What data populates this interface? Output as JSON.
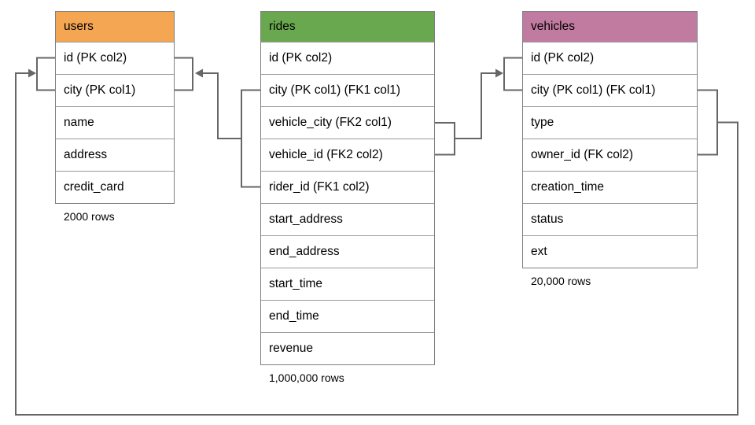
{
  "diagram": {
    "connector_color": "#666666",
    "tables": [
      {
        "name": "users",
        "header_color": "#F5A653",
        "columns": [
          "id (PK col2)",
          "city (PK col1)",
          "name",
          "address",
          "credit_card"
        ],
        "rows_label": "2000 rows"
      },
      {
        "name": "rides",
        "header_color": "#6AA84F",
        "columns": [
          "id (PK col2)",
          "city (PK col1) (FK1 col1)",
          "vehicle_city (FK2 col1)",
          "vehicle_id (FK2 col2)",
          "rider_id (FK1 col2)",
          "start_address",
          "end_address",
          "start_time",
          "end_time",
          "revenue"
        ],
        "rows_label": "1,000,000 rows"
      },
      {
        "name": "vehicles",
        "header_color": "#C27BA0",
        "columns": [
          "id (PK col2)",
          "city (PK col1) (FK col1)",
          "type",
          "owner_id (FK col2)",
          "creation_time",
          "status",
          "ext"
        ],
        "rows_label": "20,000 rows"
      }
    ],
    "relationships": [
      {
        "from": "rides (city, rider_id)",
        "to": "users (city, id)"
      },
      {
        "from": "rides (vehicle_city, vehicle_id)",
        "to": "vehicles (city, id)"
      },
      {
        "from": "vehicles (city, owner_id)",
        "to": "users (city, id)"
      }
    ]
  }
}
